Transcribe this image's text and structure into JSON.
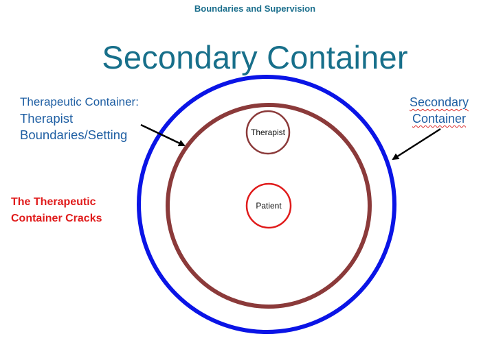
{
  "header": {
    "text": "Boundaries and Supervision"
  },
  "title": {
    "text": "Secondary Container"
  },
  "left_label": {
    "line1": "Therapeutic Container:",
    "line2": "Therapist",
    "line3": "Boundaries/Setting"
  },
  "right_label": {
    "line1": "Secondary",
    "line2": "Container"
  },
  "cracks_label": {
    "line1": "The Therapeutic",
    "line2": "Container Cracks"
  },
  "circles": {
    "therapist": "Therapist",
    "patient": "Patient"
  },
  "colors": {
    "header": "#1a6e8c",
    "title": "#176f8a",
    "outer_ring": "#0a14e6",
    "inner_ring": "#8b3a3a",
    "therapist_ring": "#8b3a3a",
    "patient_ring": "#e01b1b",
    "labels": "#1f5fa3",
    "cracks": "#e01b1b"
  }
}
